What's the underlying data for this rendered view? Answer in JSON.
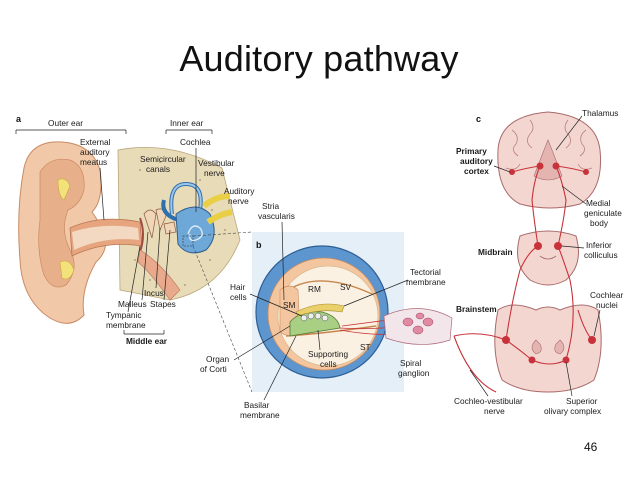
{
  "title": "Auditory pathway",
  "page_number": "46",
  "panels": {
    "a": "a",
    "b": "b",
    "c": "c"
  },
  "panel_a": {
    "outer_ear": "Outer ear",
    "inner_ear": "Inner ear",
    "middle_ear": "Middle ear",
    "external_meatus": [
      "External",
      "auditory",
      "meatus"
    ],
    "semicircular": [
      "Semicircular",
      "canals"
    ],
    "cochlea": "Cochlea",
    "vestibular": [
      "Vestibular",
      "nerve"
    ],
    "auditory_nerve": [
      "Auditory",
      "nerve"
    ],
    "incus": "Incus",
    "malleus": "Malleus",
    "stapes": "Stapes",
    "tympanic": [
      "Tympanic",
      "membrane"
    ]
  },
  "panel_b": {
    "stria": [
      "Stria",
      "vascularis"
    ],
    "tectorial": [
      "Tectorial",
      "membrane"
    ],
    "hair_cells": [
      "Hair",
      "cells"
    ],
    "rm": "RM",
    "sv": "SV",
    "sm": "SM",
    "st": "ST",
    "supporting": [
      "Supporting",
      "cells"
    ],
    "organ": [
      "Organ",
      "of Corti"
    ],
    "spiral": [
      "Spiral",
      "ganglion"
    ],
    "basilar": [
      "Basilar",
      "membrane"
    ]
  },
  "panel_c": {
    "thalamus": "Thalamus",
    "primary_cortex": [
      "Primary",
      "auditory",
      "cortex"
    ],
    "medial_geniculate": [
      "Medial",
      "geniculate",
      "body"
    ],
    "midbrain": "Midbrain",
    "inferior_colliculus": [
      "Inferior",
      "colliculus"
    ],
    "brainstem": "Brainstem",
    "cochlear_nuclei": [
      "Cochlear",
      "nuclei"
    ],
    "cochleo_vestibular": [
      "Cochleo-vestibular",
      "nerve"
    ],
    "superior_olivary": [
      "Superior",
      "olivary complex"
    ]
  },
  "colors": {
    "skin": "#f2c9a8",
    "skin_dark": "#e0a885",
    "canal_yellow": "#f3e27a",
    "cochlea_blue": "#6ea8d8",
    "bone": "#e4d7b0",
    "brain_pink": "#f3d3cf",
    "pathway_red": "#c8323a",
    "duct_orange": "#f2b48a"
  }
}
